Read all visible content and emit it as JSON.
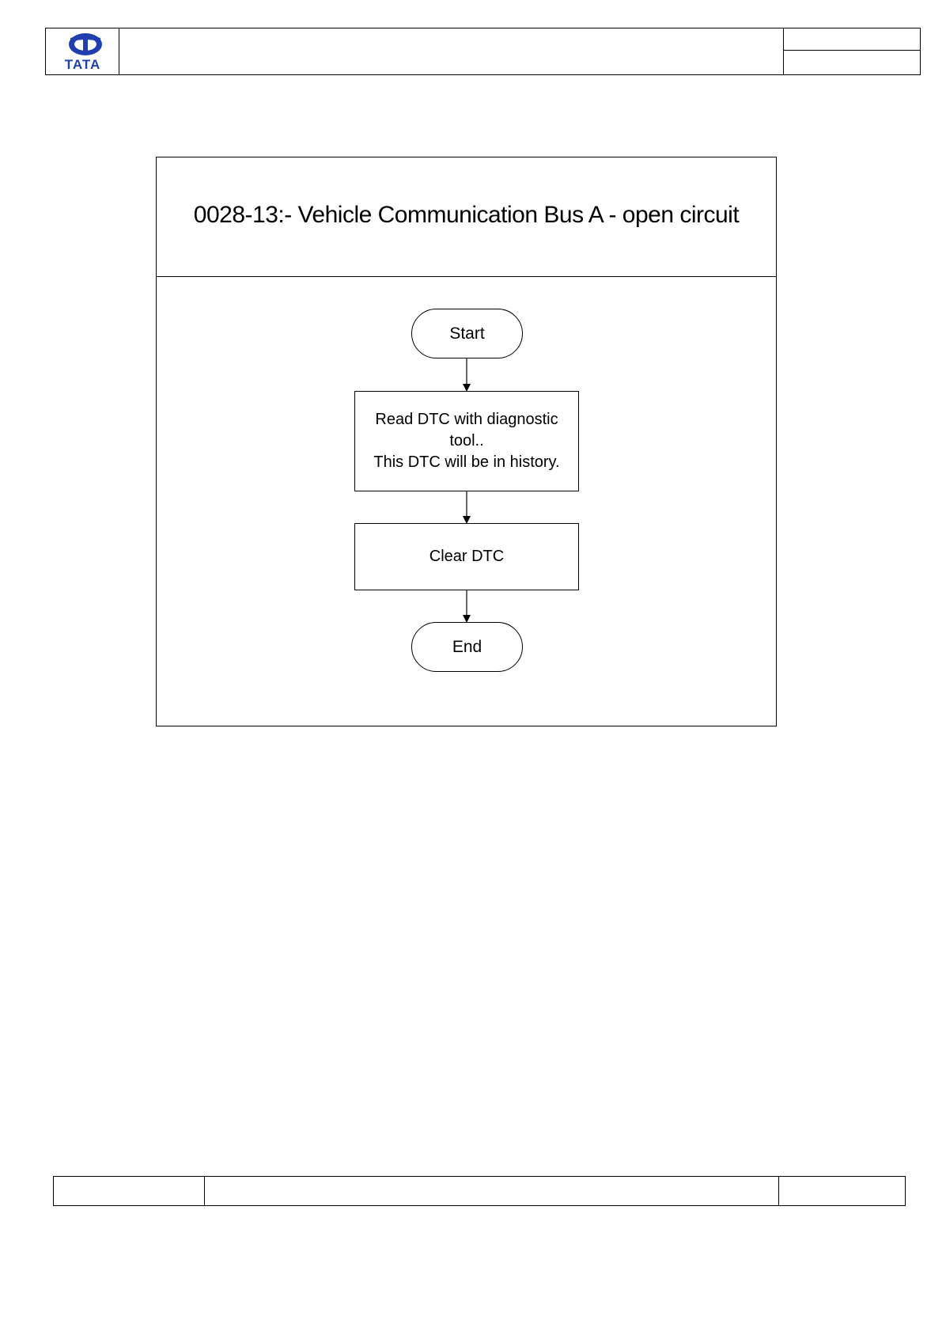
{
  "header": {
    "logo_text": "TATA",
    "brand_color": "#1f3fb0"
  },
  "diagram": {
    "title": "0028-13:- Vehicle Communication Bus A - open circuit",
    "nodes": {
      "start": "Start",
      "read_dtc": [
        "Read DTC with diagnostic",
        "tool..",
        "This DTC will be in history."
      ],
      "clear_dtc": "Clear DTC",
      "end": "End"
    }
  }
}
